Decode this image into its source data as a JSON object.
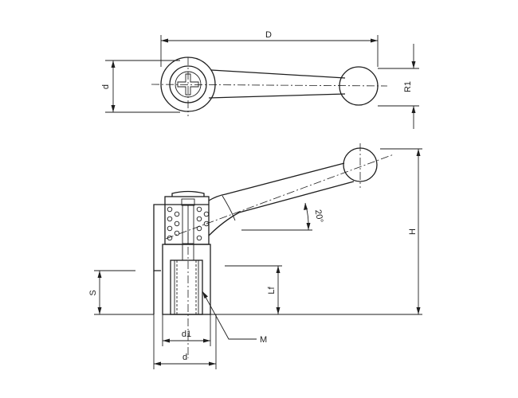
{
  "labels": {
    "top_view_length": "D",
    "top_view_hub_diameter": "d",
    "top_view_knob_radius": "R1",
    "height": "H",
    "tilt_angle": "20°",
    "clamp_height": "S",
    "thread_length": "Lf",
    "thread": "M",
    "boss_diameter": "d1",
    "base_diameter": "d"
  },
  "colors": {
    "line": "#1e1e1e",
    "background": "#ffffff"
  }
}
